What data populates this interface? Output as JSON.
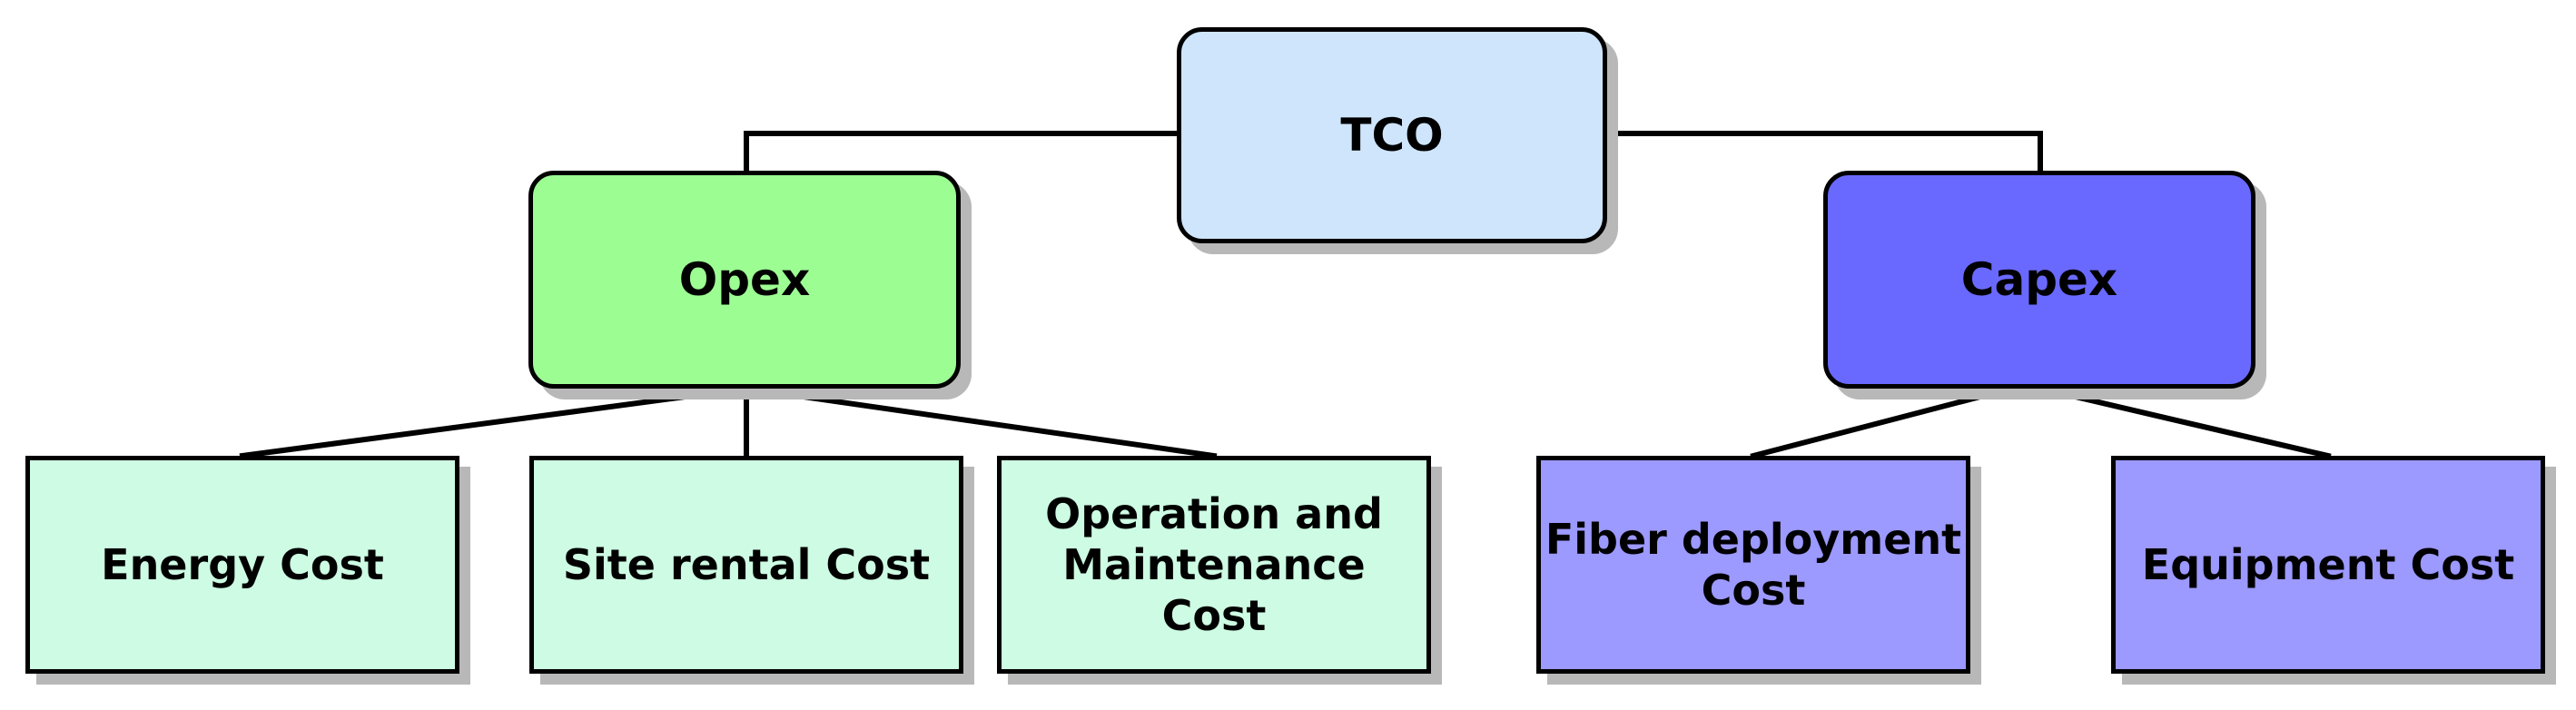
{
  "diagram": {
    "root": {
      "label": "TCO",
      "fill": "#cfe5fc"
    },
    "branches": [
      {
        "label": "Opex",
        "fill": "#9cfd93",
        "children": [
          {
            "label": "Energy Cost"
          },
          {
            "label": "Site rental Cost"
          },
          {
            "label": "Operation and\nMaintenance\nCost"
          }
        ],
        "child_fill": "#cdfbe3"
      },
      {
        "label": "Capex",
        "fill": "#6a69ff",
        "children": [
          {
            "label": "Fiber deployment\nCost"
          },
          {
            "label": "Equipment Cost"
          }
        ],
        "child_fill": "#9c99ff"
      }
    ],
    "connector_color": "#000000",
    "shadow_color": "#b8b8b8"
  }
}
